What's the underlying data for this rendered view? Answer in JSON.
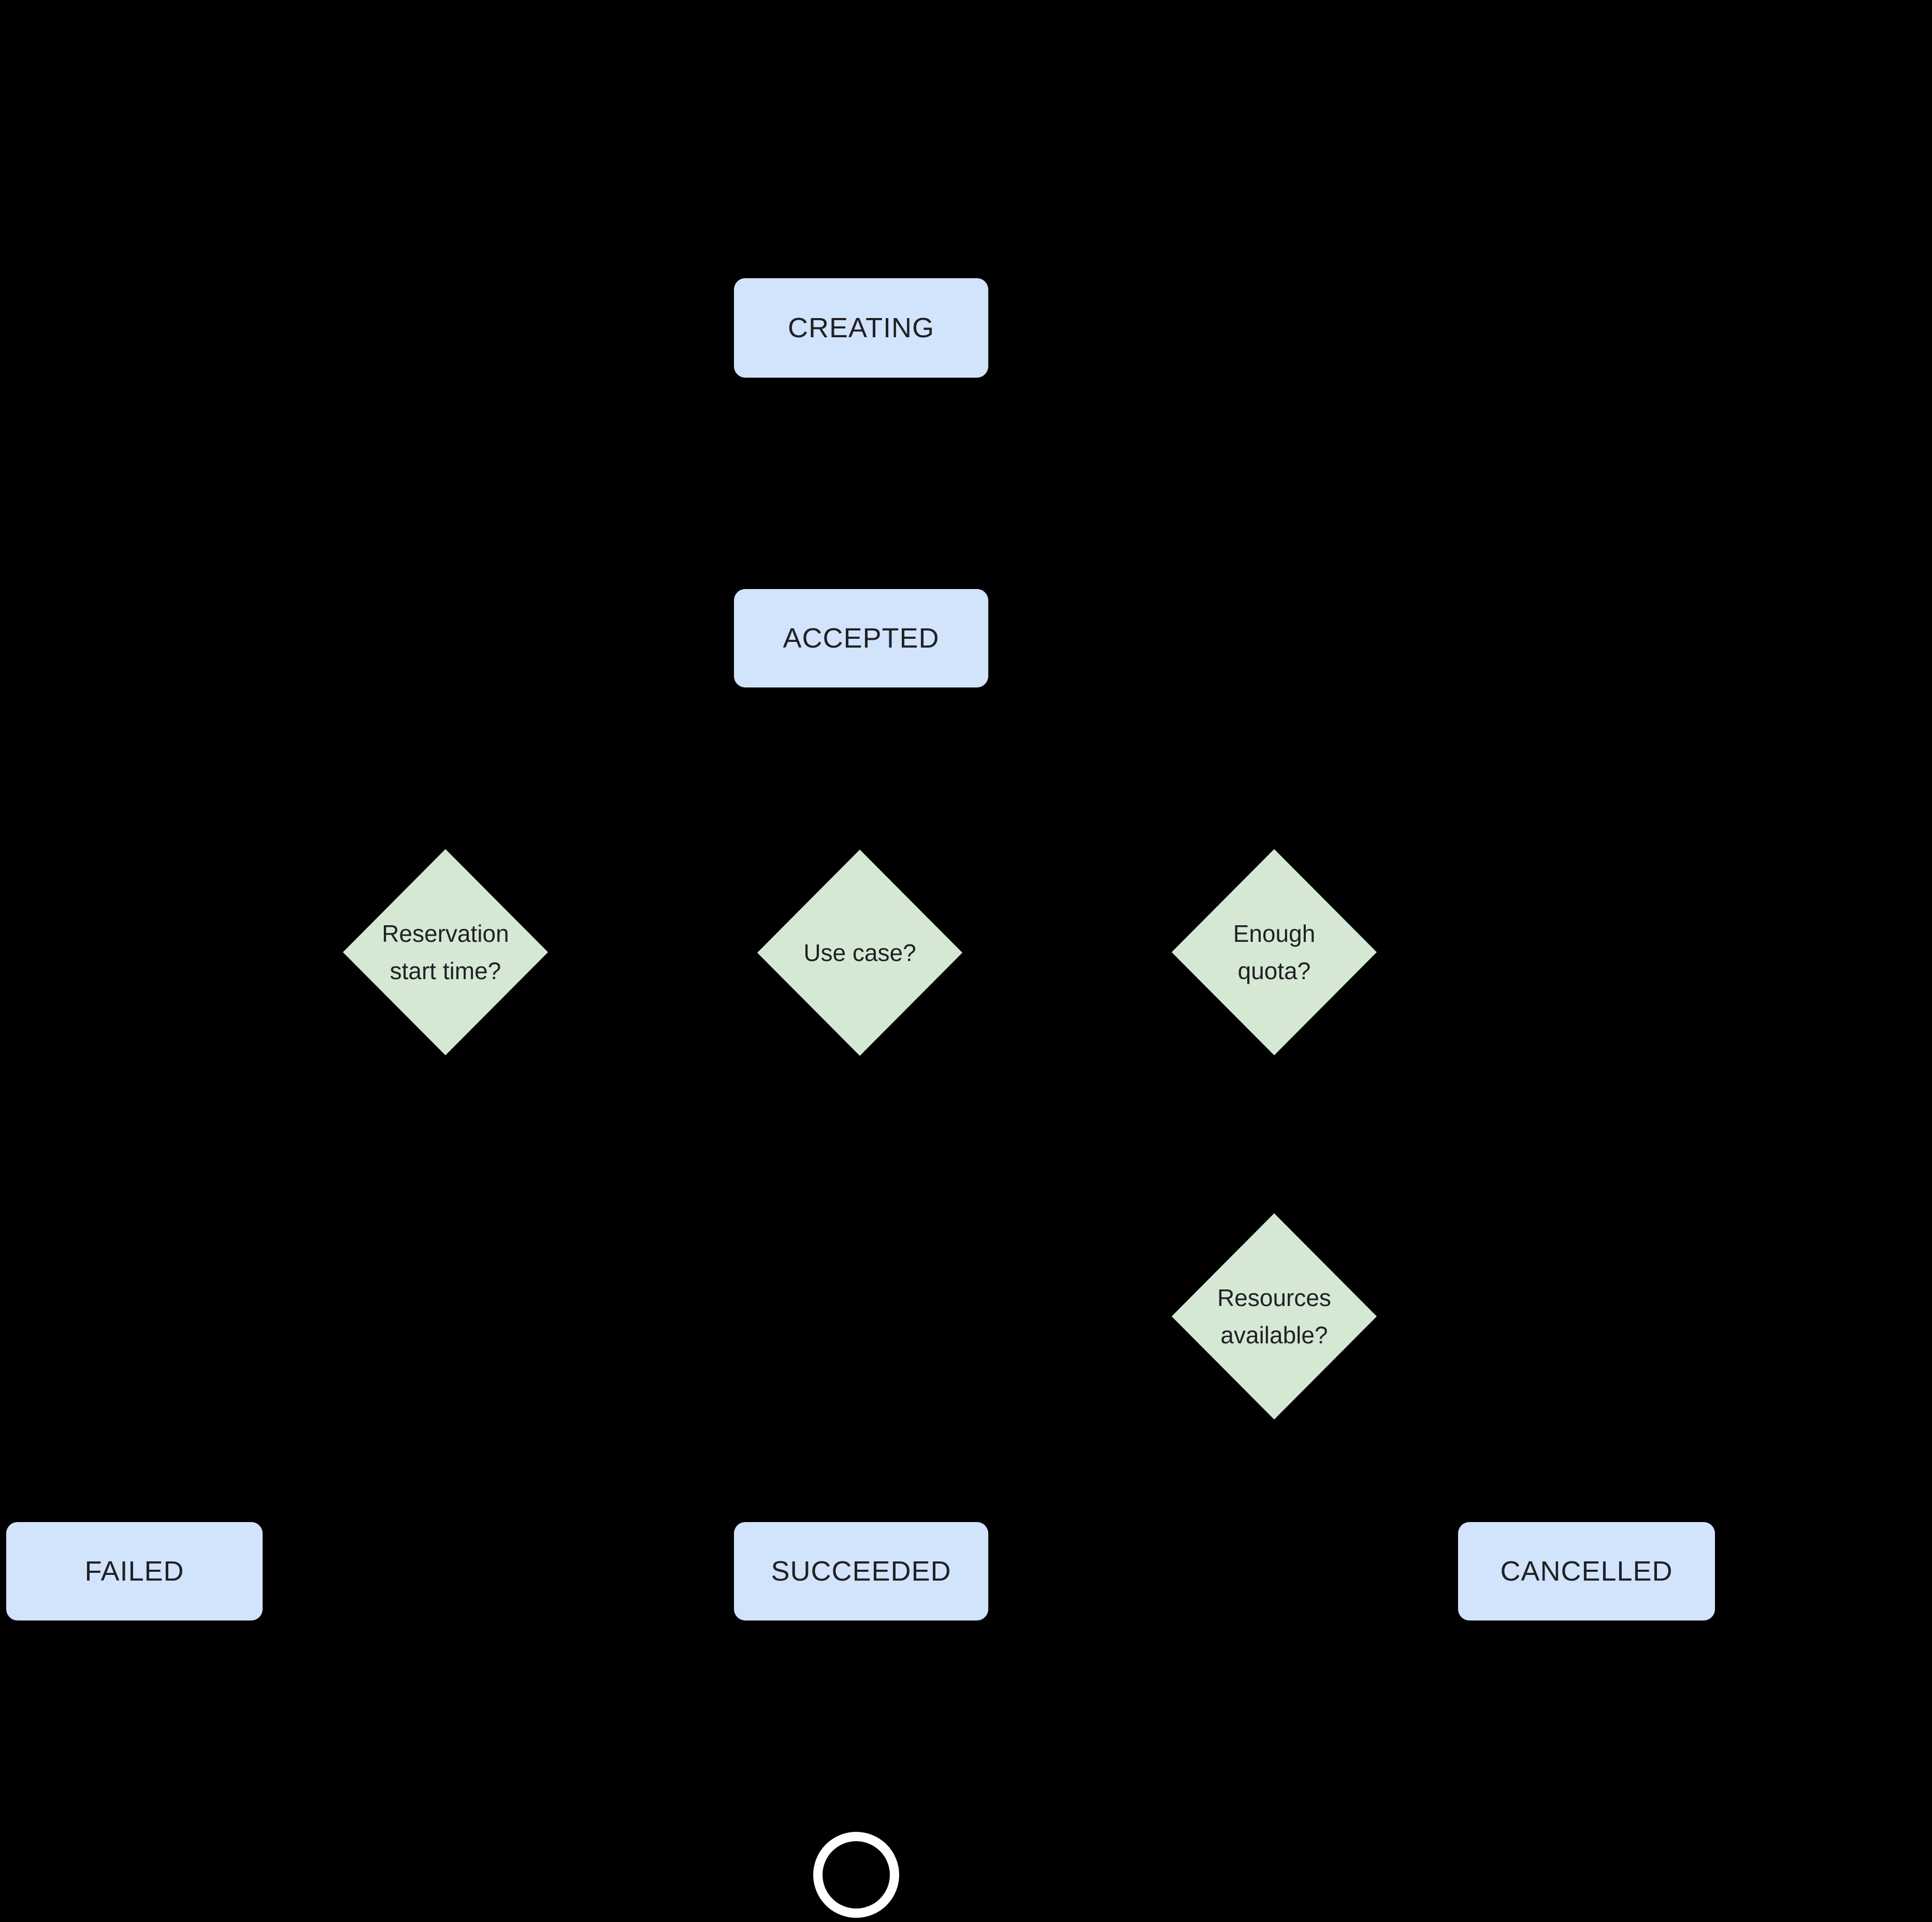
{
  "diagram": {
    "colors": {
      "background": "#000000",
      "state_fill": "#d2e3fc",
      "decision_fill": "#d5e8d4",
      "text": "#202124",
      "final_ring": "#ffffff"
    },
    "states": {
      "creating": {
        "label": "CREATING"
      },
      "accepted": {
        "label": "ACCEPTED"
      },
      "failed": {
        "label": "FAILED"
      },
      "succeeded": {
        "label": "SUCCEEDED"
      },
      "cancelled": {
        "label": "CANCELLED"
      }
    },
    "decisions": {
      "reservation_start_time": {
        "lines": [
          "Reservation",
          "start time?"
        ]
      },
      "use_case": {
        "lines": [
          "Use case?"
        ]
      },
      "enough_quota": {
        "lines": [
          "Enough",
          "quota?"
        ]
      },
      "resources_available": {
        "lines": [
          "Resources",
          "available?"
        ]
      }
    },
    "icons": {
      "final_state": "final-state-ring"
    }
  }
}
